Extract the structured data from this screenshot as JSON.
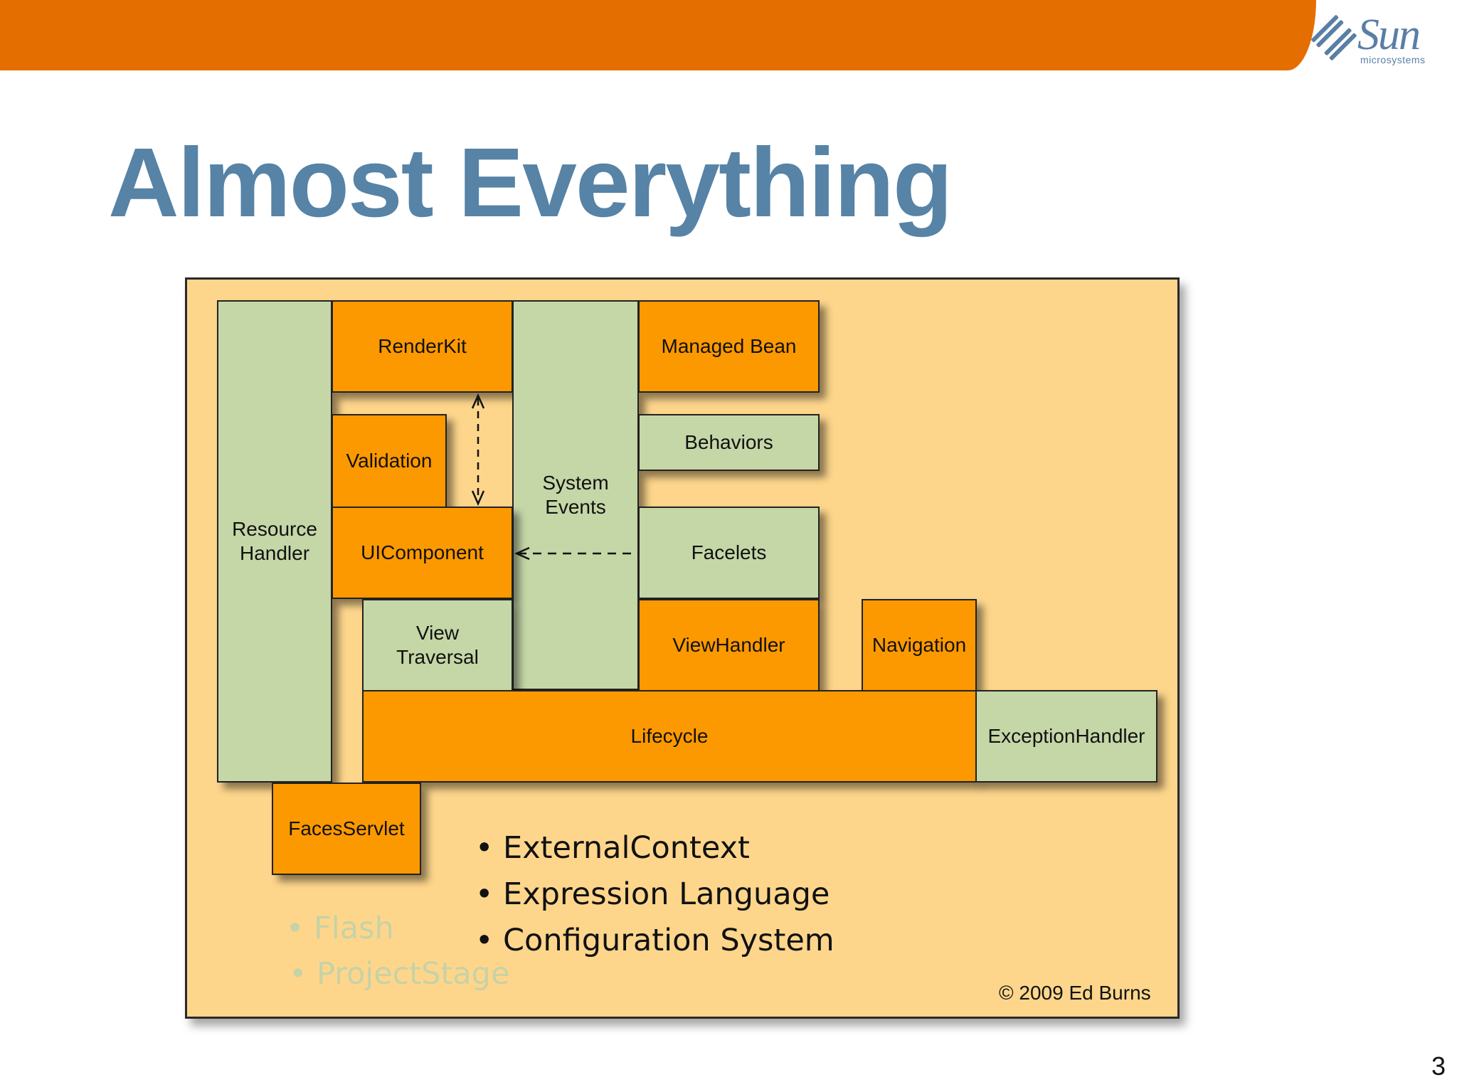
{
  "header": {
    "logo_name": "sun-microsystems-logo",
    "logo_word": "Sun",
    "logo_sub": "microsystems"
  },
  "slide": {
    "title": "Almost Everything",
    "page_number": "3"
  },
  "diagram": {
    "boxes": {
      "resource_handler": "Resource\nHandler",
      "renderkit": "RenderKit",
      "system_events": "System\nEvents",
      "managed_bean": "Managed Bean",
      "validation": "Validation",
      "behaviors": "Behaviors",
      "uicomponent": "UIComponent",
      "facelets": "Facelets",
      "view_traversal": "View\nTraversal",
      "viewhandler": "ViewHandler",
      "navigation": "Navigation",
      "lifecycle": "Lifecycle",
      "exceptionhandler": "ExceptionHandler",
      "facesservlet": "FacesServlet"
    },
    "bullets": [
      "• ExternalContext",
      "• Expression Language",
      "• Configuration System"
    ],
    "faded_bullets": [
      "• Flash",
      "• ProjectStage"
    ],
    "copyright": "© 2009 Ed Burns"
  },
  "colors": {
    "header_orange": "#e56e00",
    "title_blue": "#5683a6",
    "panel_background": "#fdd68c",
    "box_orange": "#fd9900",
    "box_green": "#c5d7a7",
    "faded_text": "#c7d2a6"
  }
}
